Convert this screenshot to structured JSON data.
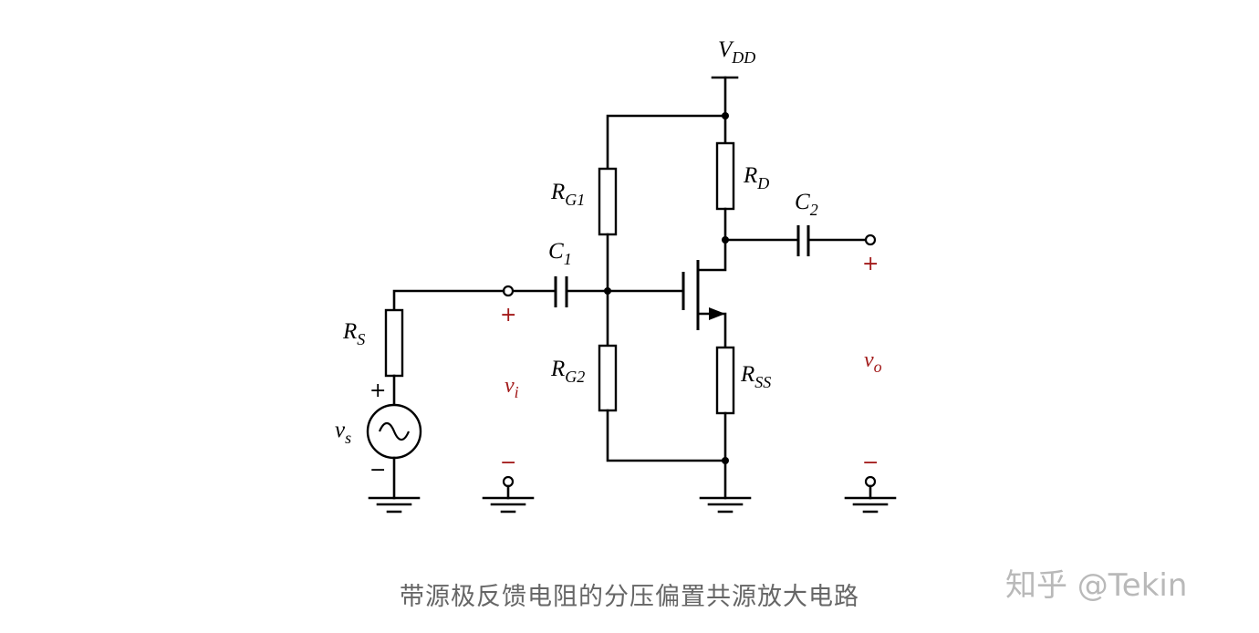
{
  "diagram": {
    "type": "circuit-schematic",
    "title": "带源极反馈电阻的分压偏置共源放大电路",
    "supply": {
      "symbol": "V",
      "subscript": "DD"
    },
    "components": {
      "RG1": {
        "symbol": "R",
        "subscript": "G1",
        "kind": "resistor"
      },
      "RG2": {
        "symbol": "R",
        "subscript": "G2",
        "kind": "resistor"
      },
      "RD": {
        "symbol": "R",
        "subscript": "D",
        "kind": "resistor"
      },
      "RSS": {
        "symbol": "R",
        "subscript": "SS",
        "kind": "resistor"
      },
      "RS": {
        "symbol": "R",
        "subscript": "S",
        "kind": "resistor"
      },
      "C1": {
        "symbol": "C",
        "subscript": "1",
        "kind": "capacitor"
      },
      "C2": {
        "symbol": "C",
        "subscript": "2",
        "kind": "capacitor"
      },
      "vs": {
        "symbol": "v",
        "subscript": "s",
        "kind": "ac-voltage-source"
      },
      "M1": {
        "kind": "n-channel-mosfet"
      }
    },
    "source_polarity": {
      "plus": "+",
      "minus": "−"
    },
    "ports": {
      "input": {
        "symbol": "v",
        "subscript": "i",
        "plus": "+",
        "minus": "−"
      },
      "output": {
        "symbol": "v",
        "subscript": "o",
        "plus": "+",
        "minus": "−"
      }
    },
    "port_color": "#a21a1a"
  },
  "watermark": "知乎 @Tekin"
}
